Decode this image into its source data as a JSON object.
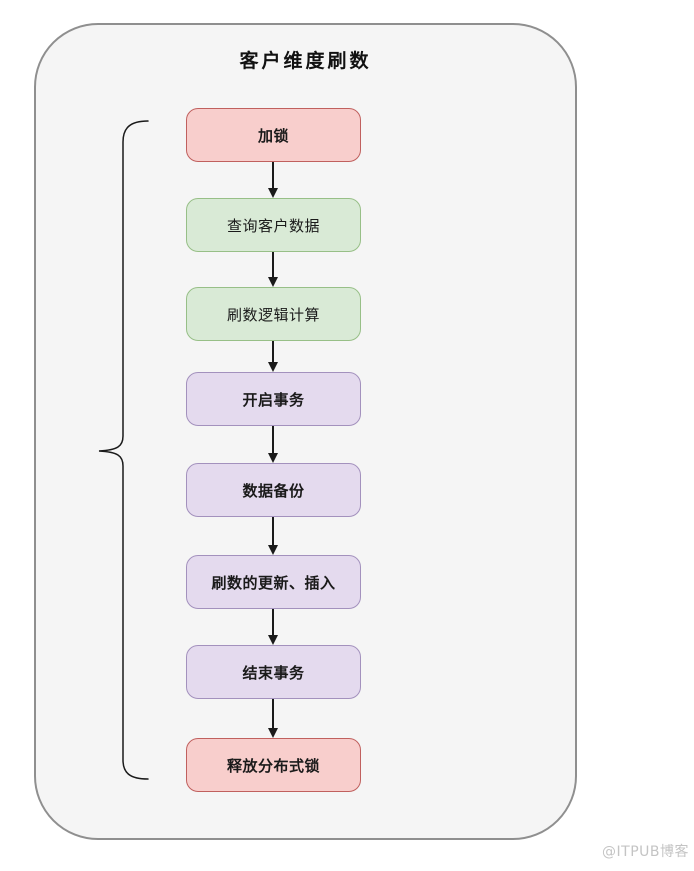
{
  "page": {
    "watermark": "@ITPUB博客",
    "background": "#ffffff"
  },
  "diagram": {
    "title": "客户维度刷数",
    "container": {
      "fill": "#f5f5f5",
      "stroke": "#8f8f8f"
    },
    "arrow_color": "#1a1a1a",
    "palette": {
      "red_fill": "#f8cecc",
      "red_stroke": "#c0605e",
      "green_fill": "#d9ead6",
      "green_stroke": "#97bf87",
      "purple_fill": "#e4daee",
      "purple_stroke": "#a391bd"
    },
    "nodes": [
      {
        "label": "加锁",
        "type": "red",
        "bold": true
      },
      {
        "label": "查询客户数据",
        "type": "green",
        "bold": false
      },
      {
        "label": "刷数逻辑计算",
        "type": "green",
        "bold": false
      },
      {
        "label": "开启事务",
        "type": "purple",
        "bold": true
      },
      {
        "label": "数据备份",
        "type": "purple",
        "bold": true
      },
      {
        "label": "刷数的更新、插入",
        "type": "purple",
        "bold": true
      },
      {
        "label": "结束事务",
        "type": "purple",
        "bold": true
      },
      {
        "label": "释放分布式锁",
        "type": "red",
        "bold": true
      }
    ]
  }
}
